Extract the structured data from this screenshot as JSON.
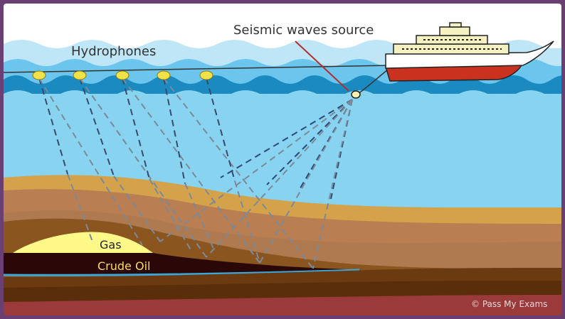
{
  "labels": {
    "hydrophones": "Hydrophones",
    "seismic_source": "Seismic waves source",
    "gas": "Gas",
    "crude_oil": "Crude Oil",
    "copyright": "© Pass My Exams"
  },
  "colors": {
    "frame": "#6a3f72",
    "sky": "#ffffff",
    "sea": "#87d3f0",
    "sea_deep": "#1a8ac0",
    "gas": "#fff98a",
    "crude_oil": "#2a0808",
    "hull_red": "#c8321e",
    "hydrophone": "#f2e24a"
  },
  "hydrophone_count": 5
}
